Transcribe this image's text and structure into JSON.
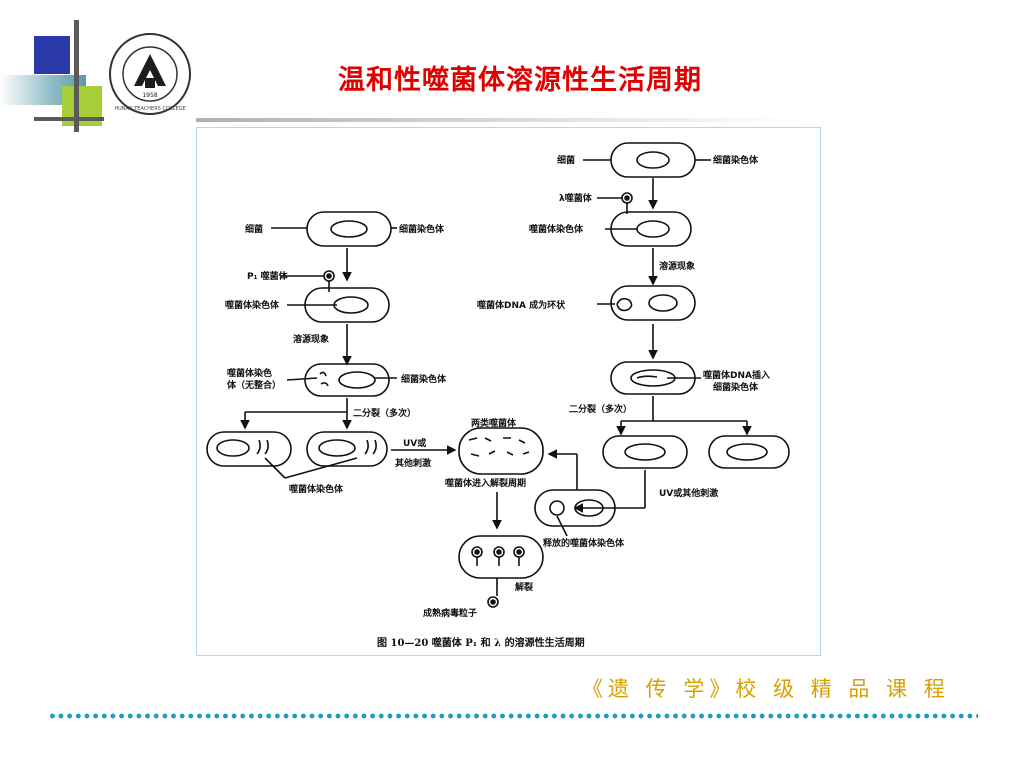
{
  "title": "温和性噬菌体溶源性生活周期",
  "footer": "《遗 传 学》校 级 精 品 课 程",
  "logo": {
    "name": "university-seal",
    "year": "1958",
    "ring_text": "HUNAN TEACHERS COLLEGE"
  },
  "colors": {
    "title": "#e00000",
    "footer": "#d8a000",
    "dots": "#1e9abc",
    "deco_blue": "#2a3aa8",
    "deco_green": "#a6ce39"
  },
  "figure": {
    "caption": "图 10—20   噬菌体 P₁ 和 λ 的溶源性生活周期",
    "left": {
      "bacterium": "细菌",
      "bacterial_chromosome": "细菌染色体",
      "phage": "P₁ 噬菌体",
      "phage_chromosome": "噬菌体染色体",
      "lysogeny": "溶源现象",
      "phage_chrom_not_integrated_1": "噬菌体染色",
      "phage_chrom_not_integrated_2": "体（无整合）",
      "bacterial_chromosome_2": "细菌染色体",
      "binary_fission": "二分裂（多次）",
      "phage_chromosome_bottom": "噬菌体染色体",
      "uv_1": "UV或",
      "uv_2": "其他刺激"
    },
    "center": {
      "two_phages": "两类噬菌体",
      "lytic_cycle": "噬菌体进入解裂周期",
      "lysis": "解裂",
      "mature_particles": "成熟病毒粒子"
    },
    "right": {
      "bacterium": "细菌",
      "bacterial_chromosome": "细菌染色体",
      "phage": "λ噬菌体",
      "phage_chromosome": "噬菌体染色体",
      "lysogeny": "溶源现象",
      "dna_ring": "噬菌体DNA 成为环状",
      "insert_1": "噬菌体DNA插入",
      "insert_2": "细菌染色体",
      "binary_fission": "二分裂（多次）",
      "uv": "UV或其他刺激",
      "released": "释放的噬菌体染色体"
    }
  }
}
